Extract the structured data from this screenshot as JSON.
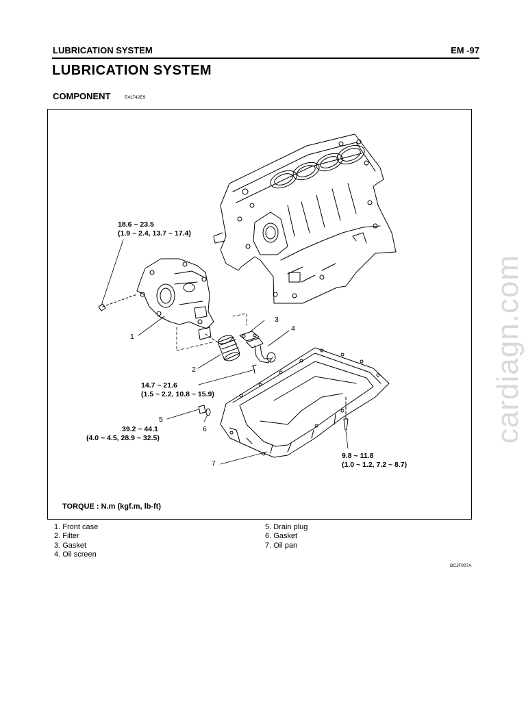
{
  "header": {
    "left": "LUBRICATION SYSTEM",
    "right": "EM -97"
  },
  "title": "LUBRICATION SYSTEM",
  "section": {
    "title": "COMPONENT",
    "code": "E41742E9"
  },
  "figure": {
    "torque_specs": {
      "front_case_bolt": {
        "line1": "18.6 ~ 23.5",
        "line2": "(1.9 ~ 2.4, 13.7 ~ 17.4)"
      },
      "oil_screen_bolt": {
        "line1": "14.7 ~ 21.6",
        "line2": "(1.5 ~ 2.2, 10.8 ~ 15.9)"
      },
      "drain_plug": {
        "line1": "39.2 ~ 44.1",
        "line2": "(4.0 ~ 4.5, 28.9 ~ 32.5)"
      },
      "oil_pan_bolt": {
        "line1": "9.8 ~ 11.8",
        "line2": "(1.0 ~ 1.2, 7.2 ~ 8.7)"
      }
    },
    "callouts": [
      "1",
      "2",
      "3",
      "4",
      "5",
      "6",
      "7"
    ],
    "torque_note": "TORQUE : N.m (kgf.m, lb-ft)",
    "figure_code": "BCJF007A"
  },
  "legend": {
    "left": [
      "1. Front case",
      "2. Filter",
      "3. Gasket",
      "4. Oil screen"
    ],
    "right": [
      "5. Drain plug",
      "6. Gasket",
      "7. Oil pan"
    ]
  },
  "watermark": "cardiagn.com"
}
